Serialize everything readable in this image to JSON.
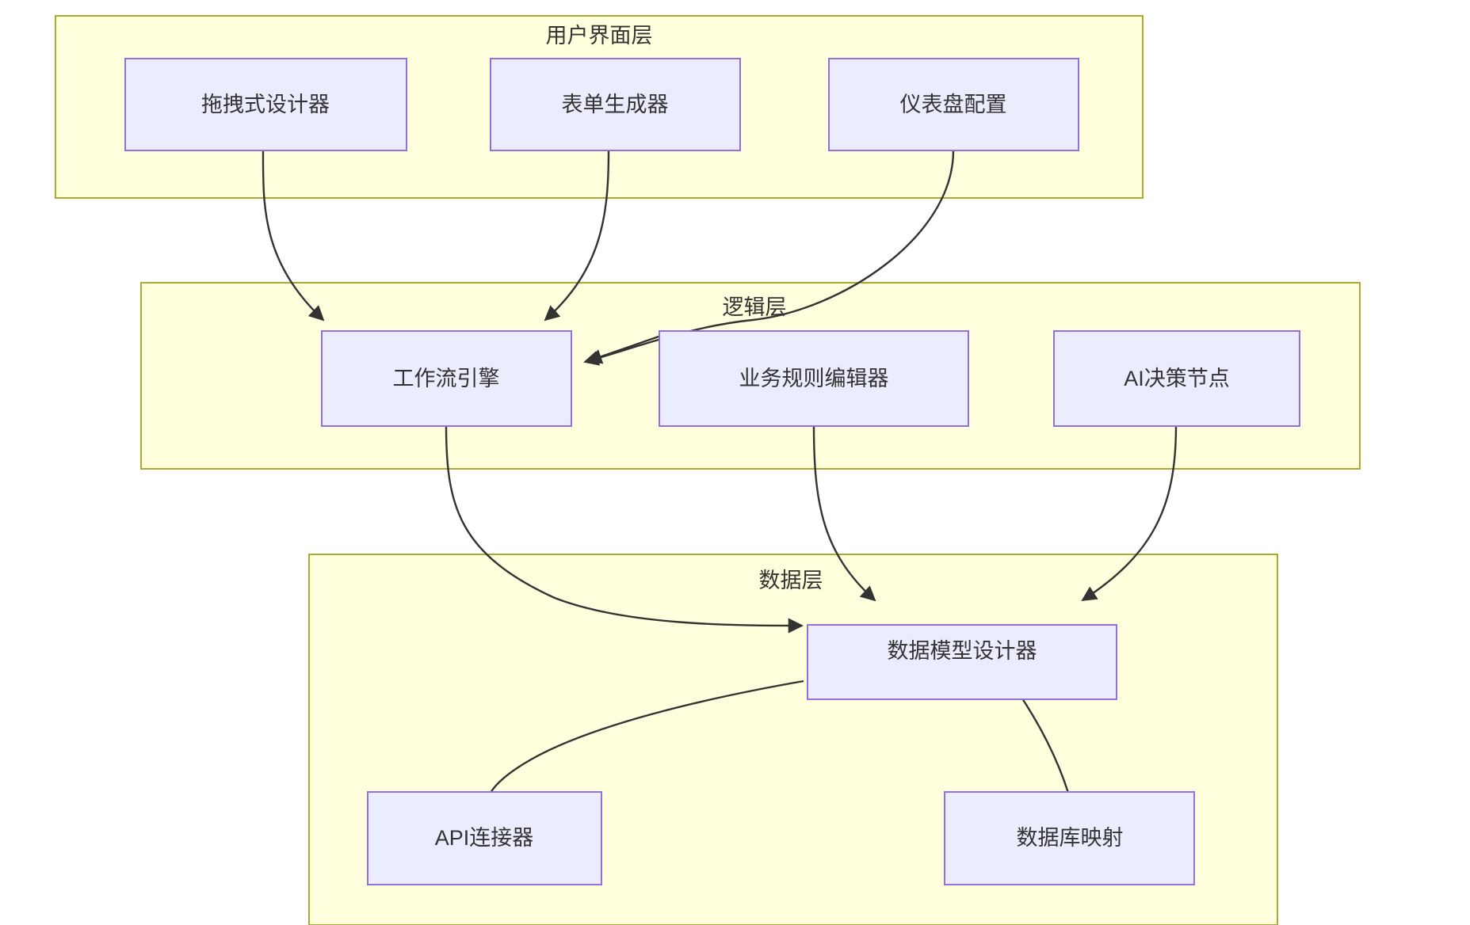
{
  "diagram": {
    "type": "flowchart",
    "direction": "top-to-bottom",
    "background": "#ffffff",
    "colors": {
      "cluster_fill": "#ffffde",
      "cluster_stroke": "#aaaa33",
      "node_fill": "#ececff",
      "node_stroke": "#9370db",
      "text": "#333333",
      "edge": "#333333"
    },
    "clusters": [
      {
        "id": "ui",
        "label": "用户界面层"
      },
      {
        "id": "logic",
        "label": "逻辑层"
      },
      {
        "id": "data",
        "label": "数据层"
      }
    ],
    "nodes": [
      {
        "id": "n1",
        "label": "拖拽式设计器",
        "cluster": "ui"
      },
      {
        "id": "n2",
        "label": "表单生成器",
        "cluster": "ui"
      },
      {
        "id": "n3",
        "label": "仪表盘配置",
        "cluster": "ui"
      },
      {
        "id": "n4",
        "label": "工作流引擎",
        "cluster": "logic"
      },
      {
        "id": "n5",
        "label": "业务规则编辑器",
        "cluster": "logic"
      },
      {
        "id": "n6",
        "label": "AI决策节点",
        "cluster": "logic"
      },
      {
        "id": "n7",
        "label": "数据模型设计器",
        "cluster": "data"
      },
      {
        "id": "n8",
        "label": "API连接器",
        "cluster": "data"
      },
      {
        "id": "n9",
        "label": "数据库映射",
        "cluster": "data"
      }
    ],
    "edges": [
      {
        "from": "n1",
        "to": "n4",
        "arrow": true
      },
      {
        "from": "n2",
        "to": "n4",
        "arrow": true
      },
      {
        "from": "n3",
        "to": "n4",
        "arrow": true
      },
      {
        "from": "n5",
        "to": "n4",
        "arrow": true
      },
      {
        "from": "n4",
        "to": "n7",
        "arrow": true
      },
      {
        "from": "n5",
        "to": "n7",
        "arrow": true
      },
      {
        "from": "n6",
        "to": "n7",
        "arrow": true
      },
      {
        "from": "n7",
        "to": "n8",
        "arrow": true
      },
      {
        "from": "n7",
        "to": "n9",
        "arrow": true
      }
    ]
  }
}
